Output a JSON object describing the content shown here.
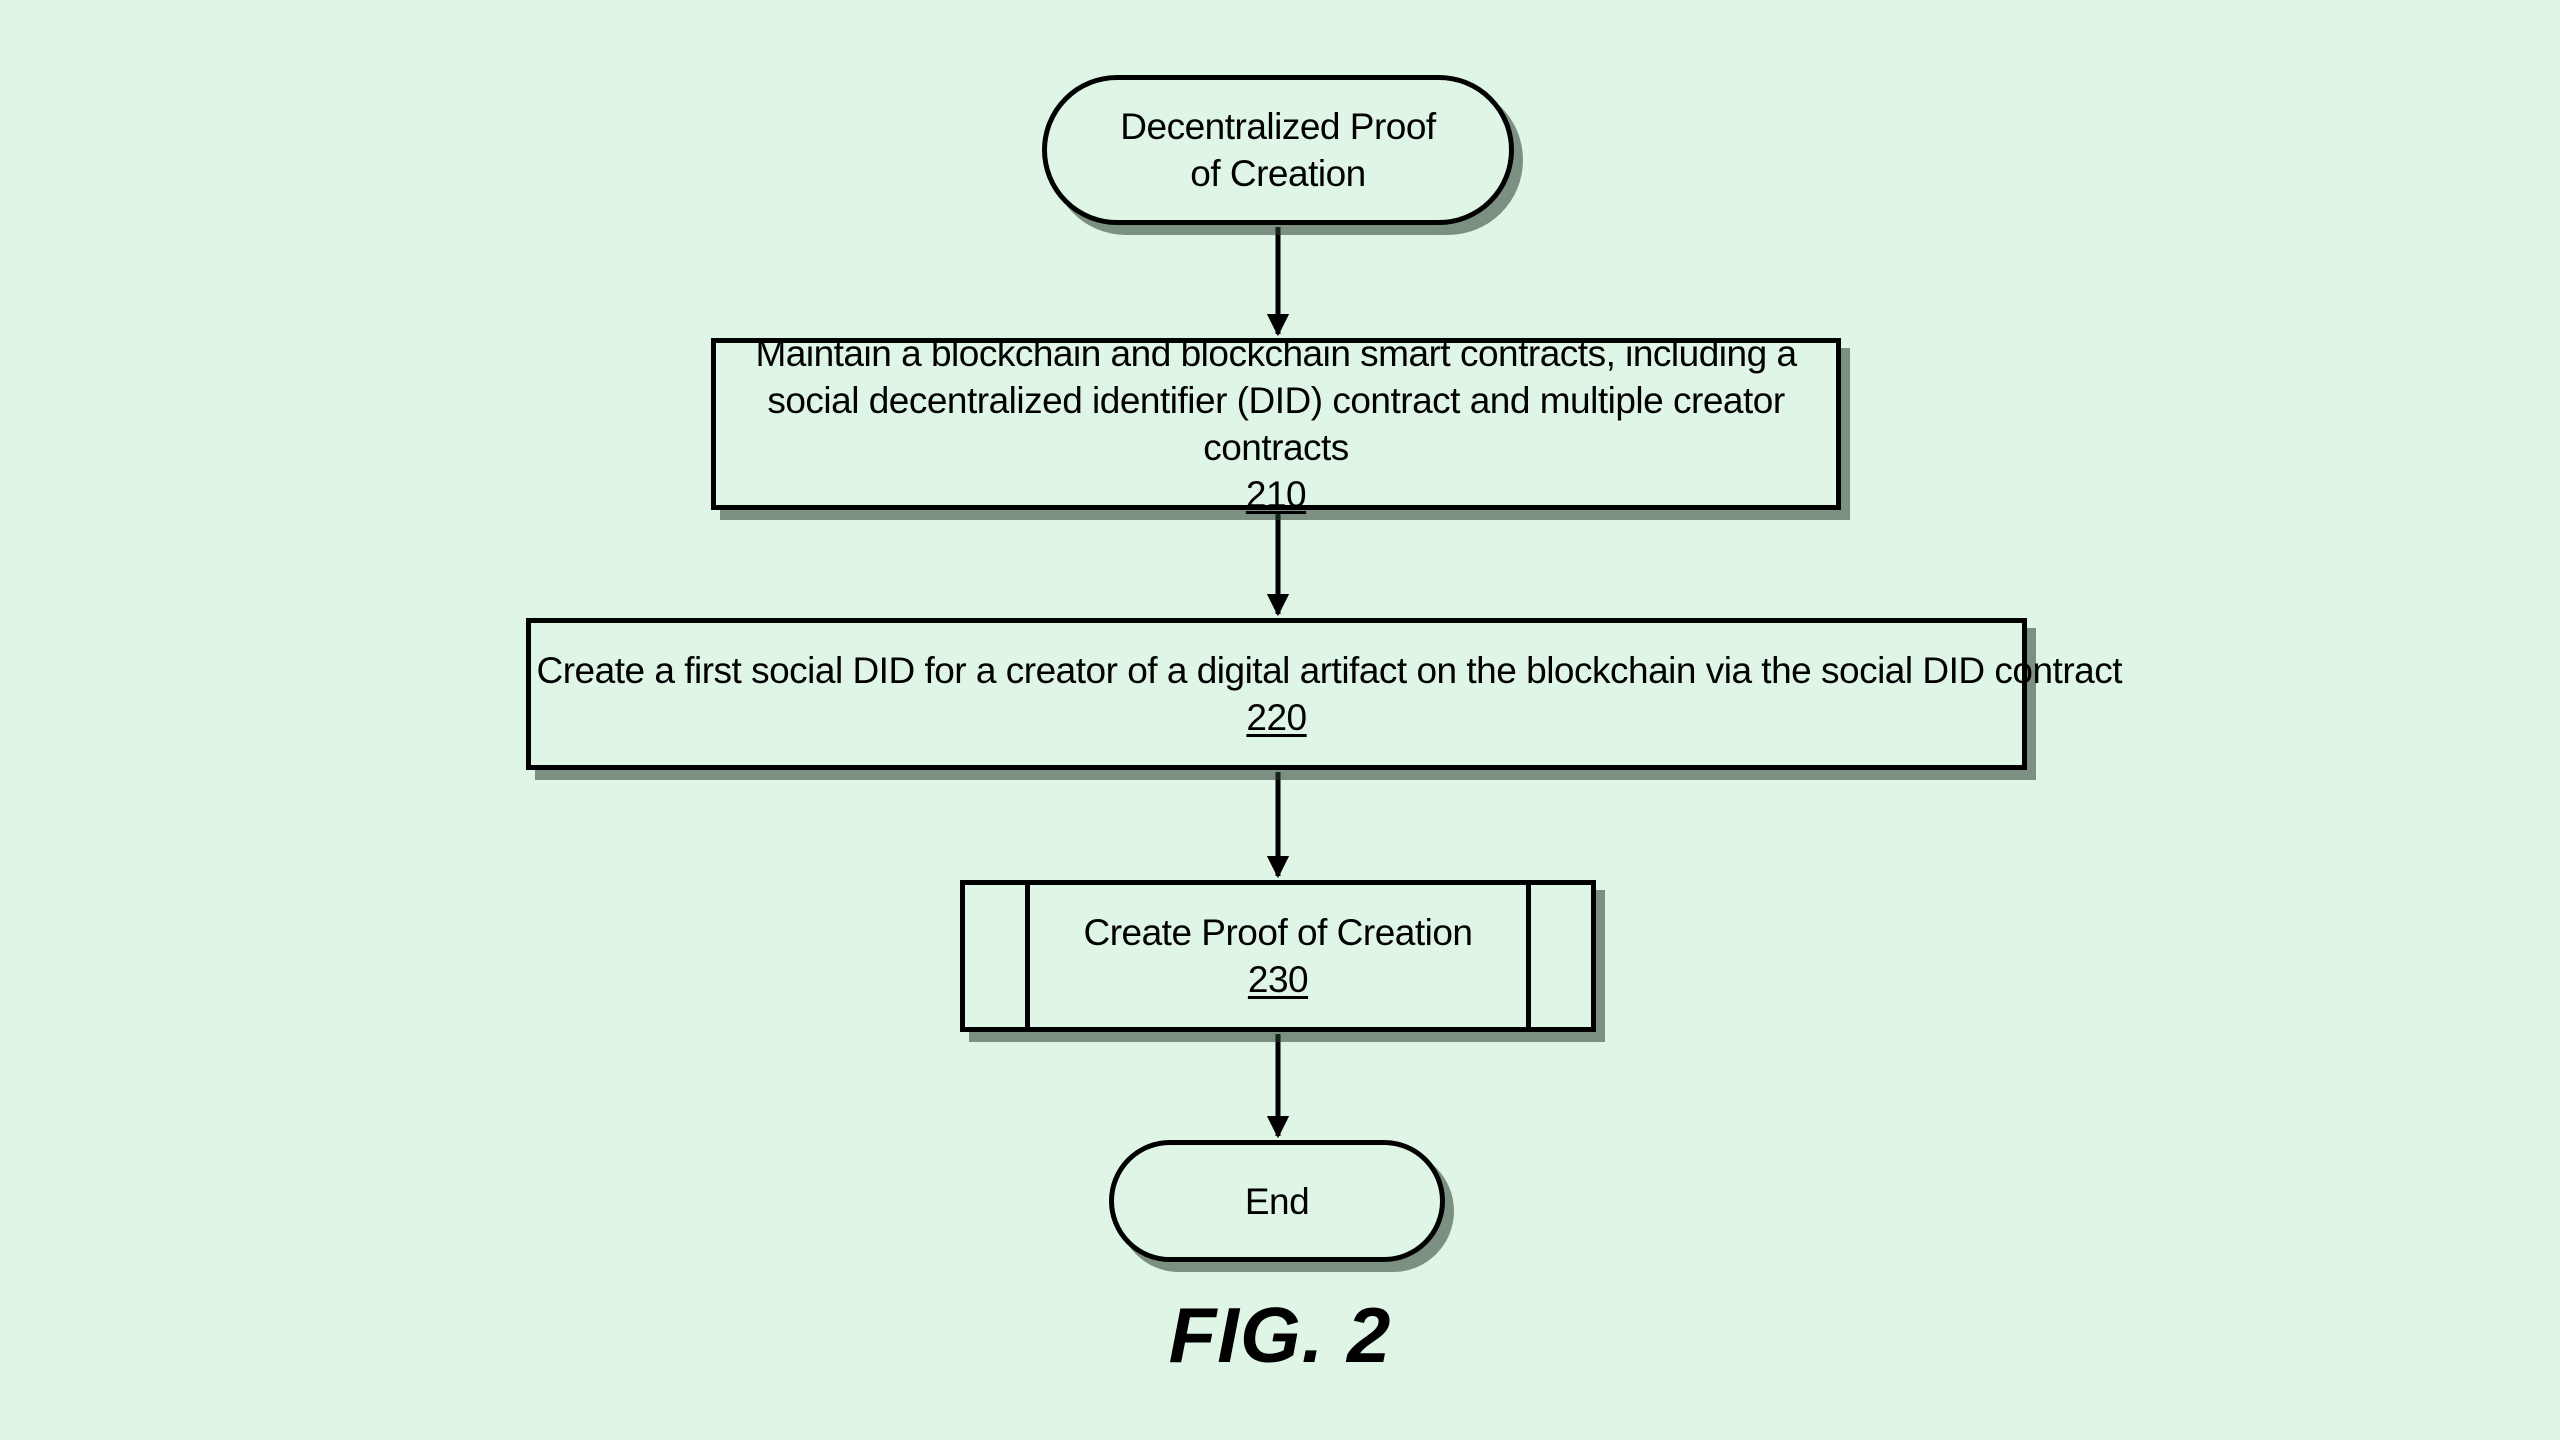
{
  "diagram": {
    "start": {
      "label": "Decentralized Proof of Creation"
    },
    "steps": [
      {
        "text": "Maintain a blockchain and blockchain smart contracts, including a social decentralized identifier (DID) contract and multiple creator contracts",
        "ref": "210"
      },
      {
        "text": "Create a first social DID for a creator of a digital artifact on the blockchain via the social DID contract",
        "ref": "220"
      },
      {
        "text": "Create Proof of Creation",
        "ref": "230"
      }
    ],
    "end": {
      "label": "End"
    },
    "caption": "FIG. 2"
  }
}
